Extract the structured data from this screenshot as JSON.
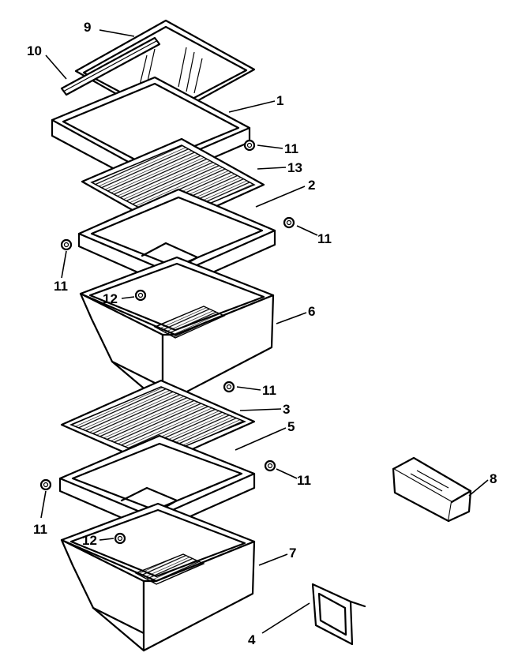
{
  "diagram": {
    "labels": {
      "l9": "9",
      "l10": "10",
      "l1": "1",
      "l11a": "11",
      "l13": "13",
      "l2": "2",
      "l11b": "11",
      "l11c": "11",
      "l12a": "12",
      "l6": "6",
      "l11d": "11",
      "l3": "3",
      "l5": "5",
      "l11e": "11",
      "l11f": "11",
      "l8": "8",
      "l12b": "12",
      "l7": "7",
      "l4": "4"
    }
  }
}
